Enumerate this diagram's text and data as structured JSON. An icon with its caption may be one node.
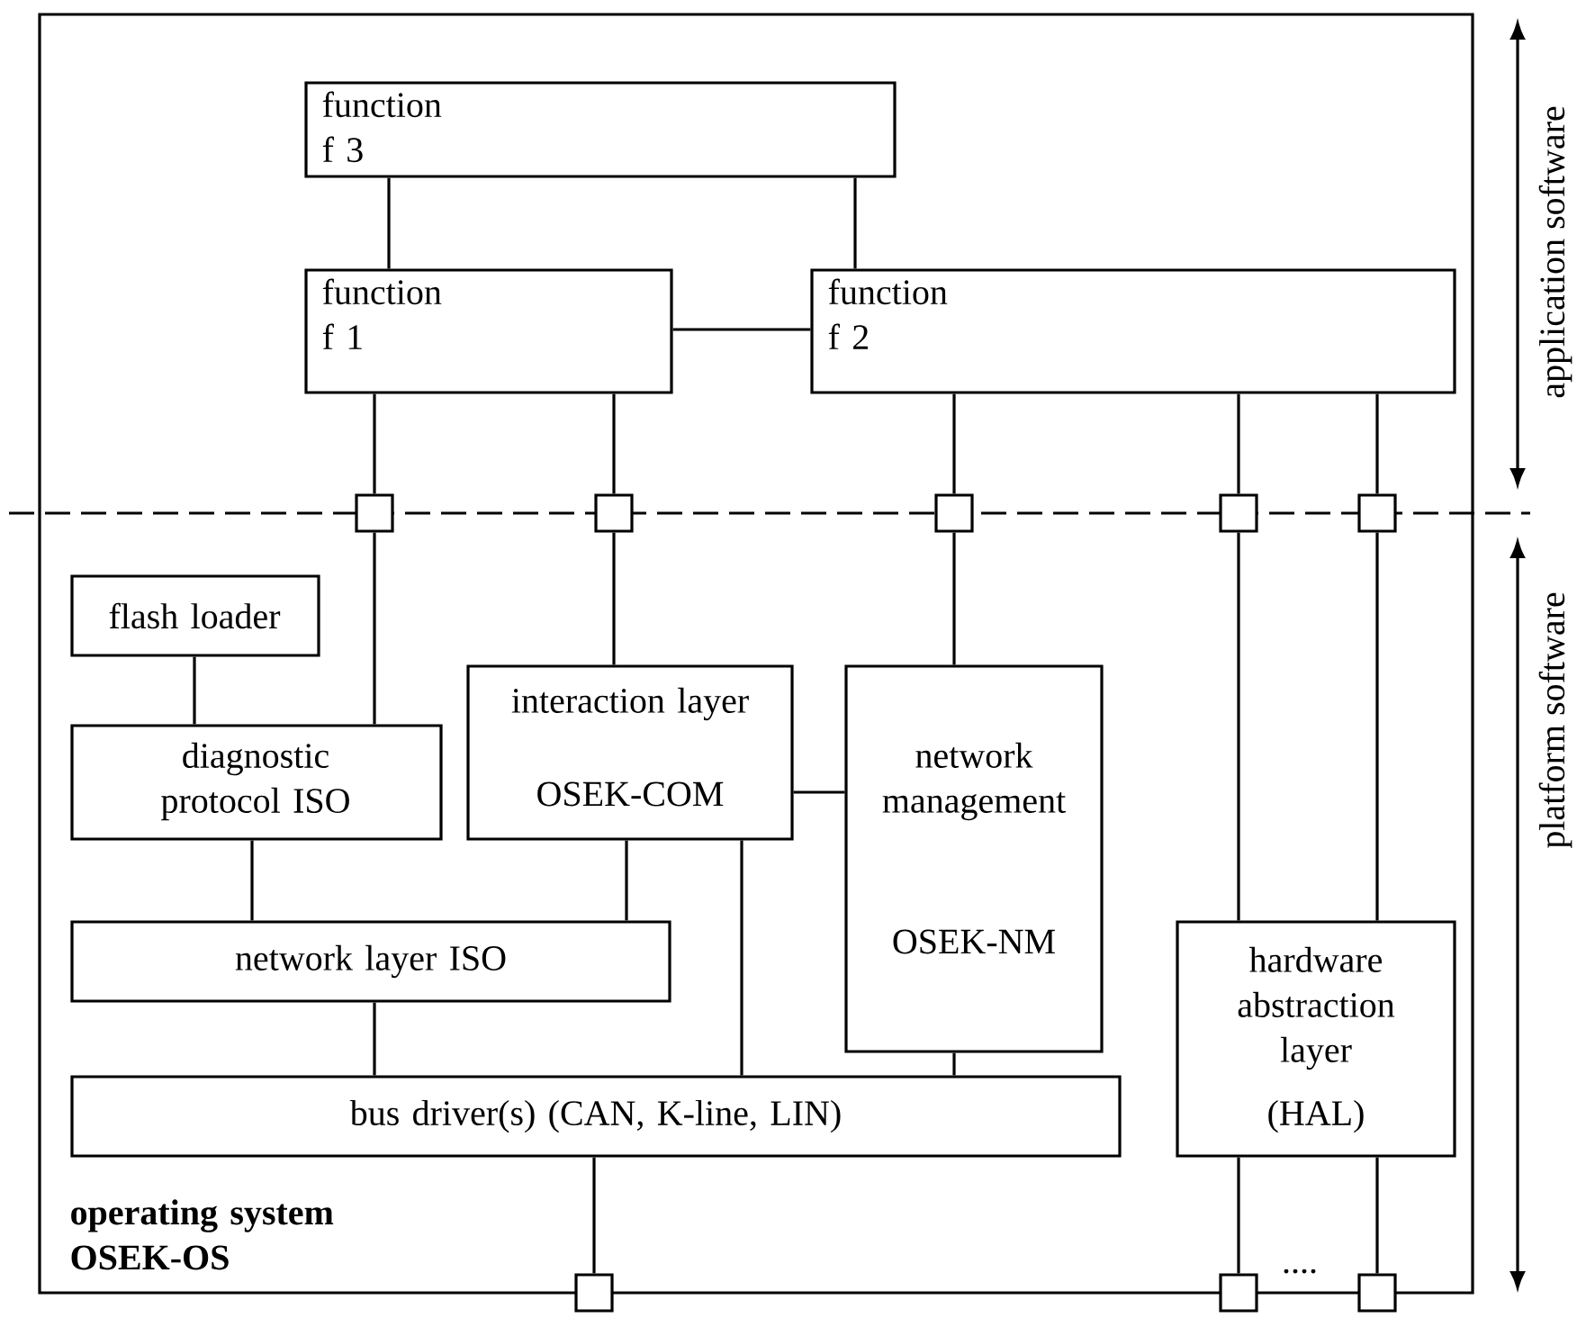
{
  "diagram": {
    "nodes": [
      {
        "text": [
          "operating system OSEK-OS"
        ]
      },
      {
        "text": [
          "function f 3"
        ],
        "in": 0
      },
      {
        "text": [
          "function f 1"
        ],
        "in": 0
      },
      {
        "text": [
          "function f 2"
        ],
        "in": 0
      },
      {
        "text": [
          "flash loader"
        ],
        "in": 0
      },
      {
        "text": [
          "diagnostic protocol ISO"
        ],
        "in": 0
      },
      {
        "text": [
          "interaction layer",
          "OSEK-COM"
        ],
        "in": 0
      },
      {
        "text": [
          "network management",
          "OSEK-NM"
        ],
        "in": 0
      },
      {
        "text": [
          "network layer ISO"
        ],
        "in": 0
      },
      {
        "text": [
          "bus driver(s) (CAN, K-line, LIN)"
        ],
        "in": 0
      },
      {
        "text": [
          "hardware abstraction layer",
          "(HAL)"
        ],
        "in": 0
      },
      {
        "text": [],
        "shape": "box",
        "in": 0
      },
      {
        "text": [],
        "shape": "box",
        "in": 0
      },
      {
        "text": [],
        "shape": "box",
        "in": 0
      },
      {
        "text": [],
        "shape": "box",
        "in": 0
      },
      {
        "text": [],
        "shape": "box",
        "in": 0
      },
      {
        "text": [],
        "shape": "box"
      },
      {
        "text": [],
        "shape": "box"
      },
      {
        "text": [],
        "shape": "box"
      }
    ],
    "edges": [
      {
        "from": 1,
        "to": 2,
        "arrow": "none"
      },
      {
        "from": 1,
        "to": 3,
        "arrow": "none"
      },
      {
        "from": 2,
        "to": 3,
        "arrow": "none"
      },
      {
        "from": 2,
        "to": 11,
        "arrow": "none"
      },
      {
        "from": 11,
        "to": 5,
        "arrow": "none"
      },
      {
        "from": 2,
        "to": 12,
        "arrow": "none"
      },
      {
        "from": 12,
        "to": 6,
        "arrow": "none"
      },
      {
        "from": 3,
        "to": 13,
        "arrow": "none"
      },
      {
        "from": 13,
        "to": 7,
        "arrow": "none"
      },
      {
        "from": 3,
        "to": 14,
        "arrow": "none"
      },
      {
        "from": 14,
        "to": 10,
        "arrow": "none"
      },
      {
        "from": 3,
        "to": 15,
        "arrow": "none"
      },
      {
        "from": 15,
        "to": 10,
        "arrow": "none"
      },
      {
        "from": 4,
        "to": 5,
        "arrow": "none"
      },
      {
        "from": 5,
        "to": 8,
        "arrow": "none"
      },
      {
        "from": 6,
        "to": 8,
        "arrow": "none"
      },
      {
        "from": 6,
        "to": 7,
        "arrow": "none"
      },
      {
        "from": 6,
        "to": 9,
        "arrow": "none"
      },
      {
        "from": 8,
        "to": 9,
        "arrow": "none"
      },
      {
        "from": 7,
        "to": 9,
        "arrow": "none"
      },
      {
        "from": 9,
        "to": 16,
        "arrow": "none"
      },
      {
        "from": 10,
        "to": 17,
        "arrow": "none"
      },
      {
        "from": 10,
        "to": 18,
        "arrow": "none"
      }
    ],
    "labels": [
      "application software",
      "platform software",
      "...."
    ]
  }
}
